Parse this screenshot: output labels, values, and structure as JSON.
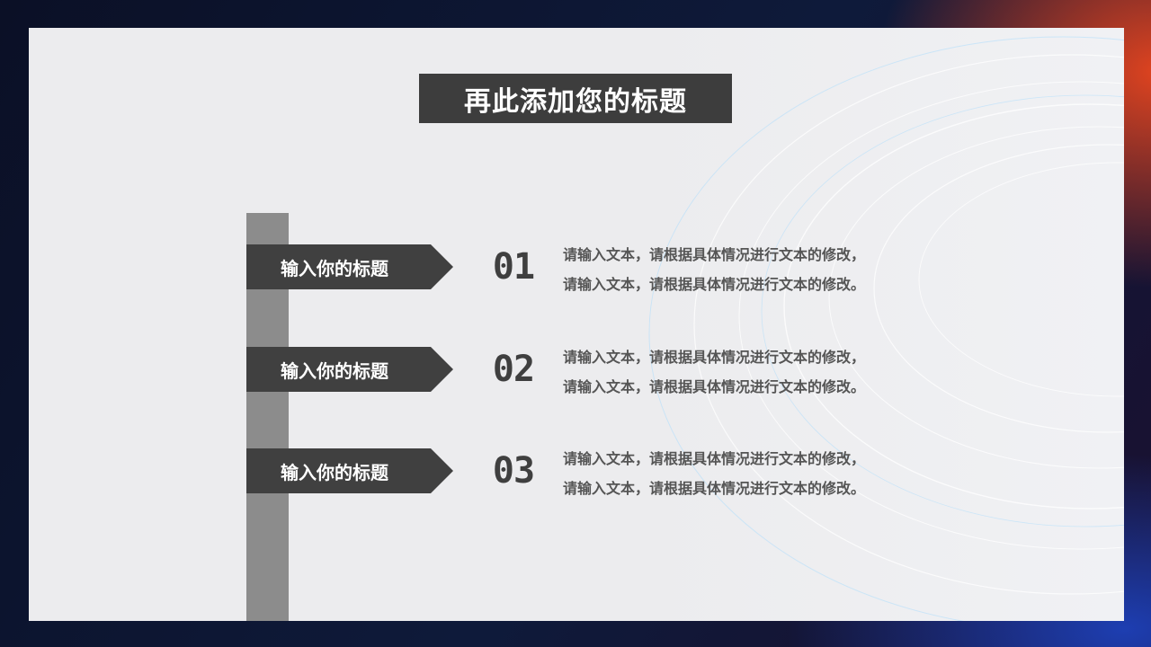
{
  "slide": {
    "title": "再此添加您的标题",
    "items": [
      {
        "label": "输入你的标题",
        "number": "01",
        "line1": "请输入文本，请根据具体情况进行文本的修改，",
        "line2": "请输入文本，请根据具体情况进行文本的修改。"
      },
      {
        "label": "输入你的标题",
        "number": "02",
        "line1": "请输入文本，请根据具体情况进行文本的修改，",
        "line2": "请输入文本，请根据具体情况进行文本的修改。"
      },
      {
        "label": "输入你的标题",
        "number": "03",
        "line1": "请输入文本，请根据具体情况进行文本的修改，",
        "line2": "请输入文本，请根据具体情况进行文本的修改。"
      }
    ]
  },
  "colors": {
    "dark_block": "#3d3d3d",
    "bar": "#8c8c8c",
    "panel": "#ececee",
    "accent_red": "#eb461e",
    "accent_blue": "#1e46c8"
  }
}
